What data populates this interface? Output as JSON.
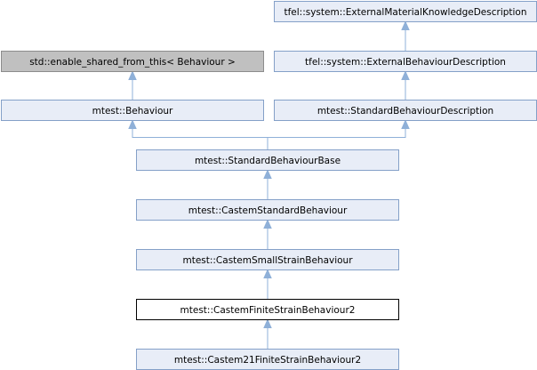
{
  "nodes": [
    {
      "id": "n1",
      "label": "tfel::system::ExternalMaterialKnowledgeDescription",
      "style": "plain"
    },
    {
      "id": "n2",
      "label": "std::enable_shared_from_this< Behaviour >",
      "style": "external"
    },
    {
      "id": "n3",
      "label": "tfel::system::ExternalBehaviourDescription",
      "style": "plain"
    },
    {
      "id": "n4",
      "label": "mtest::Behaviour",
      "style": "plain"
    },
    {
      "id": "n5",
      "label": "mtest::StandardBehaviourDescription",
      "style": "plain"
    },
    {
      "id": "n6",
      "label": "mtest::StandardBehaviourBase",
      "style": "plain"
    },
    {
      "id": "n7",
      "label": "mtest::CastemStandardBehaviour",
      "style": "plain"
    },
    {
      "id": "n8",
      "label": "mtest::CastemSmallStrainBehaviour",
      "style": "plain"
    },
    {
      "id": "n9",
      "label": "mtest::CastemFiniteStrainBehaviour2",
      "style": "current"
    },
    {
      "id": "n10",
      "label": "mtest::Castem21FiniteStrainBehaviour2",
      "style": "plain"
    }
  ],
  "edges": [
    {
      "from": "n3",
      "to": "n1"
    },
    {
      "from": "n4",
      "to": "n2"
    },
    {
      "from": "n5",
      "to": "n3"
    },
    {
      "from": "n6",
      "to": "n4"
    },
    {
      "from": "n6",
      "to": "n5"
    },
    {
      "from": "n7",
      "to": "n6"
    },
    {
      "from": "n8",
      "to": "n7"
    },
    {
      "from": "n9",
      "to": "n8"
    },
    {
      "from": "n10",
      "to": "n9"
    }
  ]
}
